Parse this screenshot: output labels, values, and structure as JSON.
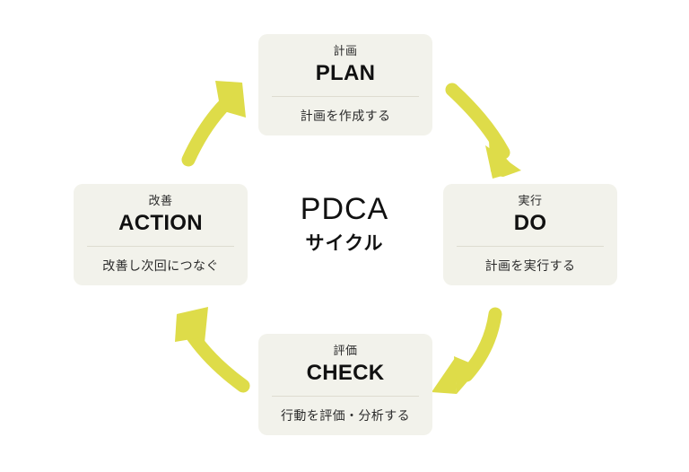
{
  "diagram": {
    "title": "PDCAサイクル",
    "center": {
      "title": "PDCA",
      "subtitle": "サイクル"
    },
    "colors": {
      "arrow": "#dedc49",
      "card_background": "#f2f2eb",
      "card_rule": "#dedcd0",
      "text": "#111111",
      "page_background": "#ffffff"
    },
    "stages": [
      {
        "id": "plan",
        "jp": "計画",
        "en": "PLAN",
        "description": "計画を作成する"
      },
      {
        "id": "do",
        "jp": "実行",
        "en": "DO",
        "description": "計画を実行する"
      },
      {
        "id": "check",
        "jp": "評価",
        "en": "CHECK",
        "description": "行動を評価・分析する"
      },
      {
        "id": "action",
        "jp": "改善",
        "en": "ACTION",
        "description": "改善し次回につなぐ"
      }
    ],
    "arrows": [
      {
        "id": "plan-to-do",
        "from": "PLAN",
        "to": "DO",
        "direction": "down-right"
      },
      {
        "id": "do-to-check",
        "from": "DO",
        "to": "CHECK",
        "direction": "down-left"
      },
      {
        "id": "check-to-action",
        "from": "CHECK",
        "to": "ACTION",
        "direction": "up-left"
      },
      {
        "id": "action-to-plan",
        "from": "ACTION",
        "to": "PLAN",
        "direction": "up-right"
      }
    ]
  }
}
